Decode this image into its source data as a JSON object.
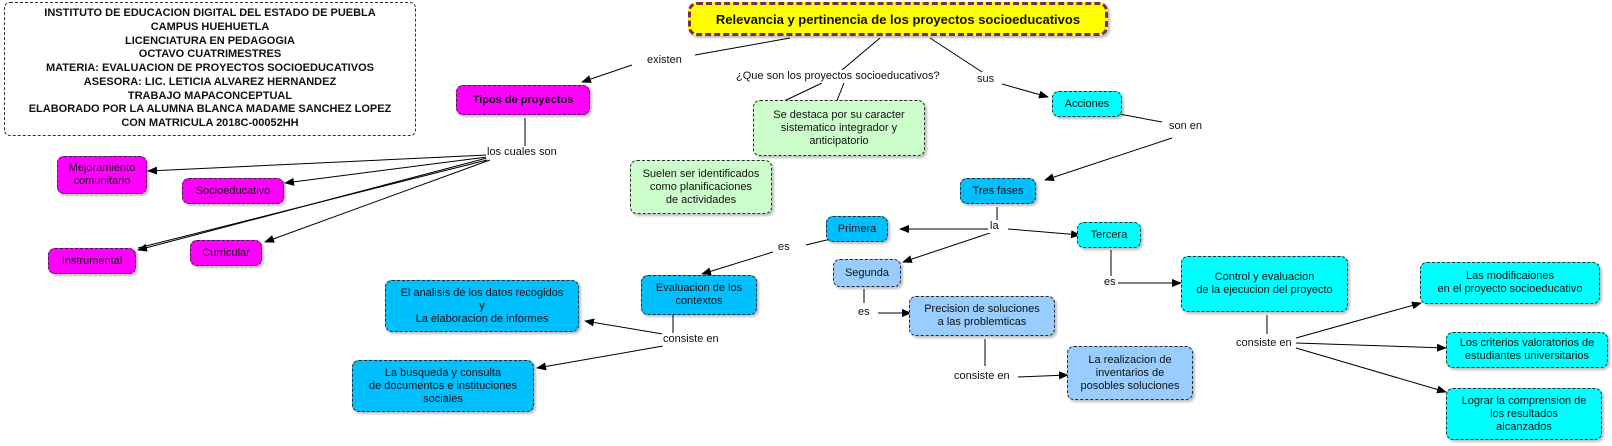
{
  "title": "Relevancia y pertinencia de los proyectos socioeducativos",
  "info_box": "INSTITUTO DE EDUCACION DIGITAL DEL ESTADO DE PUEBLA\nCAMPUS HUEHUETLA\nLICENCIATURA EN PEDAGOGIA\nOCTAVO CUATRIMESTRES\nMATERIA: EVALUACION DE PROYECTOS SOCIOEDUCATIVOS\nASESORA: LIC. LETICIA ALVAREZ HERNANDEZ\nTRABAJO MAPACONCEPTUAL\nELABORADO POR LA ALUMNA BLANCA MADAME SANCHEZ LOPEZ\nCON MATRICULA 2018C-00052HH",
  "nodes": {
    "tipos": "Tipos de proyectos",
    "mejoramiento": "Mejoramiento\ncomunitario",
    "socioeducativo": "Socioeducativo",
    "instrumental": "Instrumental",
    "curricular": "Curricular",
    "destaca": "Se destaca por su caracter\nsistematico integrador y\nanticipatorio",
    "suelen": "Suelen ser identificados\ncomo planificaciones\nde actividades",
    "acciones": "Acciones",
    "tres_fases": "Tres fases",
    "primera": "Primera",
    "segunda": "Segunda",
    "tercera": "Tercera",
    "evaluacion": "Evaluacion de los\ncontextos",
    "analisis": "El analisis de los datos recogidos\ny\nLa elaboracion de informes",
    "busqueda": "La busqueda y consulta\nde documentos e instituciones\nsociales",
    "precision": "Precision de soluciones\na las problemticas",
    "realizacion": "La realizacion de\ninventarios de\nposobles soluciones",
    "control": "Control y evaluacion\nde la ejecucion del proyecto",
    "modificaciones": "Las modificaiones\nen el proyecto  socioeducativo",
    "criterios": "Los criterios valoratorios de\nestudiantes universitarios",
    "lograr": "Lograr la comprension de\nlos resultados\nalcanzados"
  },
  "labels": {
    "existen": "existen",
    "que_son": "¿Que son los proyectos socioeducativos?",
    "sus": "sus",
    "los_cuales_son": "los cuales son",
    "son_en": "son  en",
    "la": "la",
    "es_primera": "es",
    "consiste_en_evaluacion": "consiste en",
    "es_segunda": "es",
    "consiste_en_precision": "consiste en",
    "es_tercera": "es",
    "consiste_en_control": "consiste en"
  },
  "colors": {
    "magenta": "#ff00ff",
    "cyan": "#00ffff",
    "blue": "#00bfff",
    "light_blue": "#99ccff",
    "light_green": "#ccffcc",
    "title_yellow": "#ffff00",
    "title_border": "#7a2a4a"
  }
}
